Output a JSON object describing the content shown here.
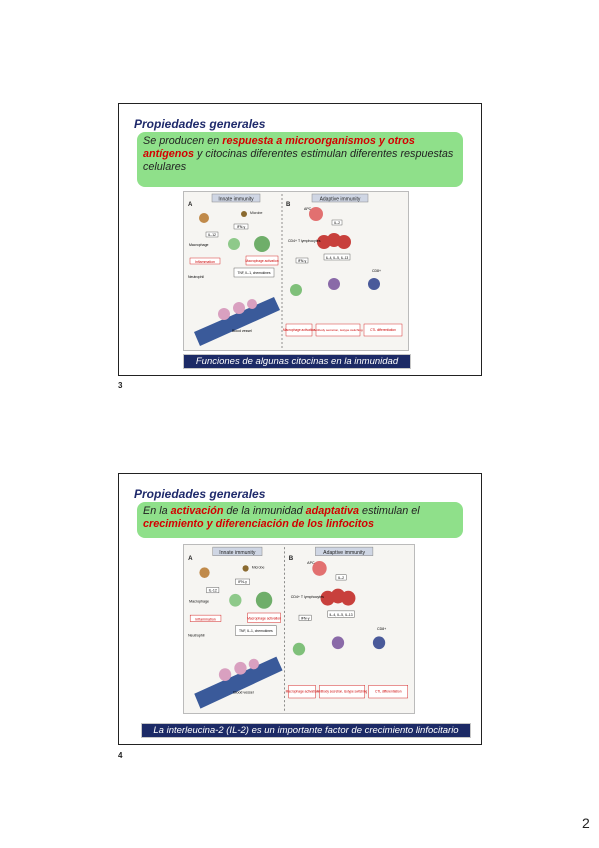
{
  "slides": [
    {
      "title": "Propiedades generales",
      "text_parts": [
        {
          "text": "Se producen en ",
          "highlight": false
        },
        {
          "text": "respuesta a microorganismos y otros antígenos",
          "highlight": true
        },
        {
          "text": " y citocinas diferentes estimulan diferentes respuestas celulares",
          "highlight": false
        }
      ],
      "caption": "Funciones de algunas citocinas en la inmunidad",
      "number": "3",
      "figure": {
        "panel_a_title": "Innate immunity",
        "panel_b_title": "Adaptive immunity",
        "panel_a_letter": "A",
        "panel_b_letter": "B",
        "labels": [
          "Microbe",
          "IFN-γ",
          "IL-12",
          "Macrophage",
          "Macrophage activation",
          "Inflammation",
          "TNF, IL-1, chemokines",
          "Neutrophil",
          "Blood vessel",
          "APC",
          "IL-2",
          "CD4+ T lymphocytes",
          "IL-4, IL-5, IL-13",
          "IFN-γ",
          "CD8+",
          "Macrophage activation",
          "Antibody secretion, isotype switching",
          "CTL differentiation"
        ]
      }
    },
    {
      "title": "Propiedades generales",
      "text_parts": [
        {
          "text": "En la ",
          "highlight": false
        },
        {
          "text": "activación",
          "highlight": true
        },
        {
          "text": " de la inmunidad ",
          "highlight": false
        },
        {
          "text": "adaptativa",
          "highlight": true
        },
        {
          "text": " estimulan el ",
          "highlight": false
        },
        {
          "text": "crecimiento y diferenciación de los linfocitos",
          "highlight": true
        }
      ],
      "caption": "La interleucina-2 (IL-2) es un importante factor de crecimiento linfocitario",
      "number": "4",
      "figure": {
        "panel_a_title": "Innate immunity",
        "panel_b_title": "Adaptive immunity",
        "panel_a_letter": "A",
        "panel_b_letter": "B",
        "labels": [
          "Microbe",
          "IFN-γ",
          "IL-12",
          "Macrophage",
          "Macrophage activation",
          "Inflammation",
          "TNF, IL-1, chemokines",
          "Neutrophil",
          "Blood vessel",
          "APC",
          "IL-2",
          "CD4+ T lymphocytes",
          "IL-4, IL-5, IL-13",
          "IFN-γ",
          "CD8+",
          "Macrophage activation",
          "Antibody secretion, isotype switching",
          "CTL differentiation"
        ]
      }
    }
  ],
  "page_number": "2",
  "colors": {
    "title": "#1f2a6b",
    "highlight": "#d40000",
    "green_box": "#8fe08a",
    "caption_bg": "#1c2a66"
  }
}
